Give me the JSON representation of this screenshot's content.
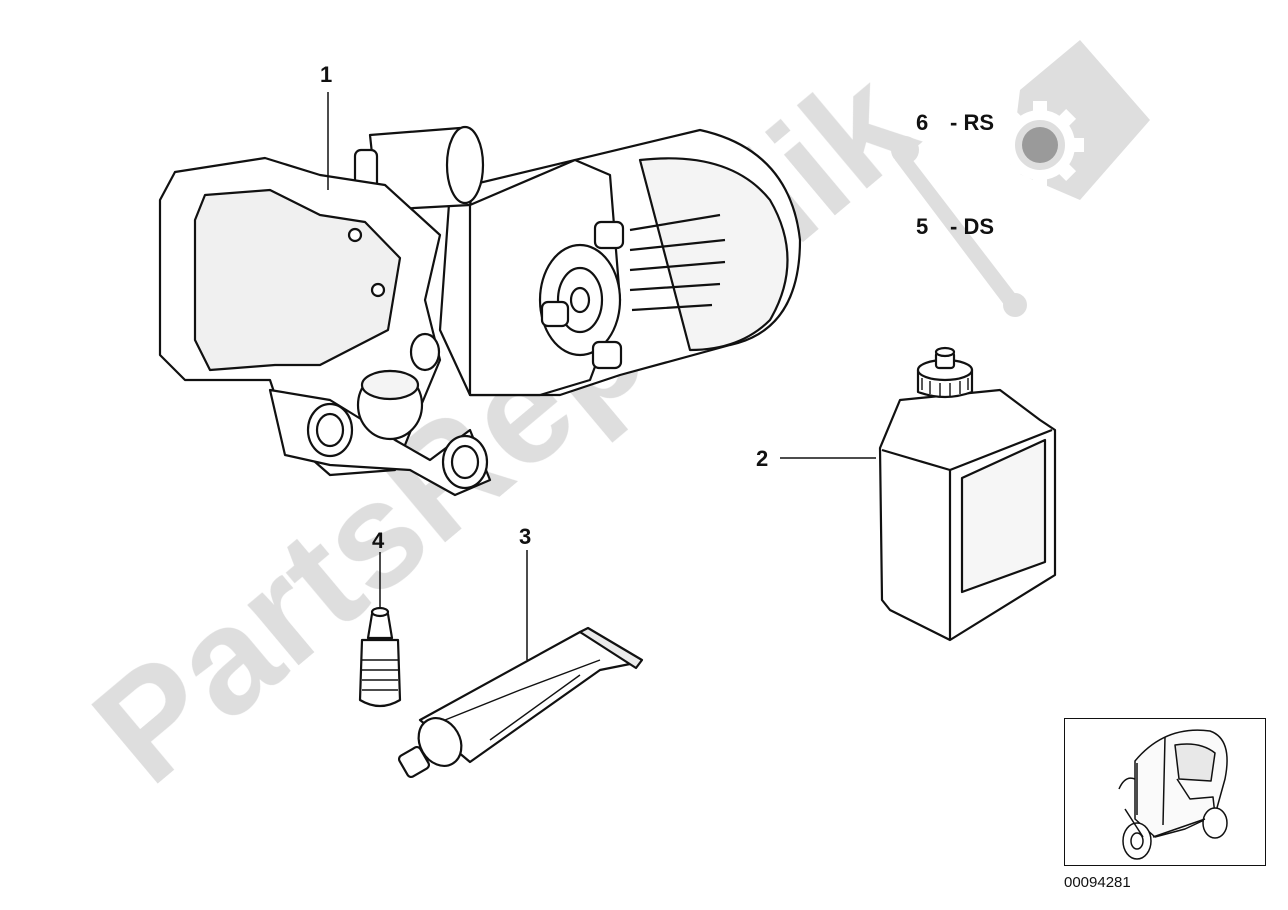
{
  "watermark": {
    "brand": "PartsRepublik",
    "gear": "gear-logo-icon"
  },
  "legend": [
    {
      "number": "6",
      "label": "- RS"
    },
    {
      "number": "5",
      "label": "- DS"
    }
  ],
  "callouts": [
    {
      "number": "1",
      "part": "engine-assembly"
    },
    {
      "number": "2",
      "part": "oil-container"
    },
    {
      "number": "3",
      "part": "sealant-tube"
    },
    {
      "number": "4",
      "part": "thread-locker-bottle"
    }
  ],
  "catalog_number": "00094281",
  "thumbnail": {
    "icon": "scooter-icon"
  }
}
